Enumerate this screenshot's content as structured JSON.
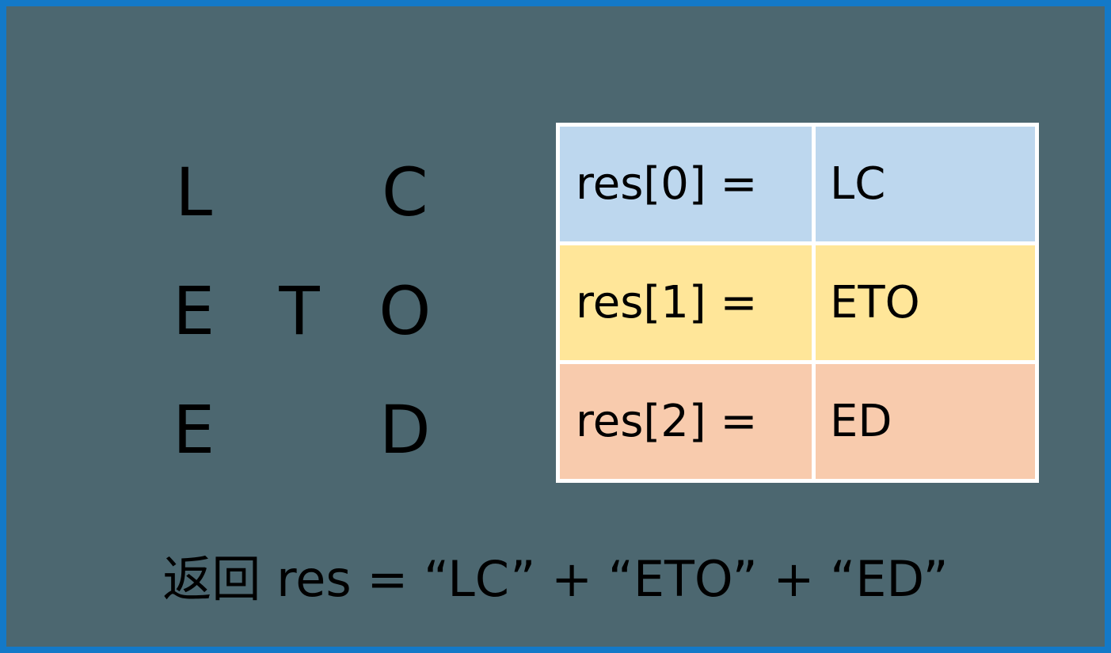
{
  "slide": {
    "background_color": "#4C6770",
    "border_color": "#1379C8",
    "text_color": "#000000"
  },
  "zigzag_grid": {
    "rows": [
      {
        "cells": [
          "L",
          "",
          "C"
        ]
      },
      {
        "cells": [
          "E",
          "T",
          "O"
        ]
      },
      {
        "cells": [
          "E",
          "",
          "D"
        ]
      }
    ]
  },
  "result_table": {
    "border_color": "#FFFFFF",
    "rows": [
      {
        "key": "res[0] =",
        "value": "LC",
        "color": "#BDD7EE"
      },
      {
        "key": "res[1] =",
        "value": "ETO",
        "color": "#FFE699"
      },
      {
        "key": "res[2] =",
        "value": "ED",
        "color": "#F8CBAD"
      }
    ]
  },
  "caption": {
    "text": "返回 res = “LC” + “ETO” + “ED”"
  }
}
